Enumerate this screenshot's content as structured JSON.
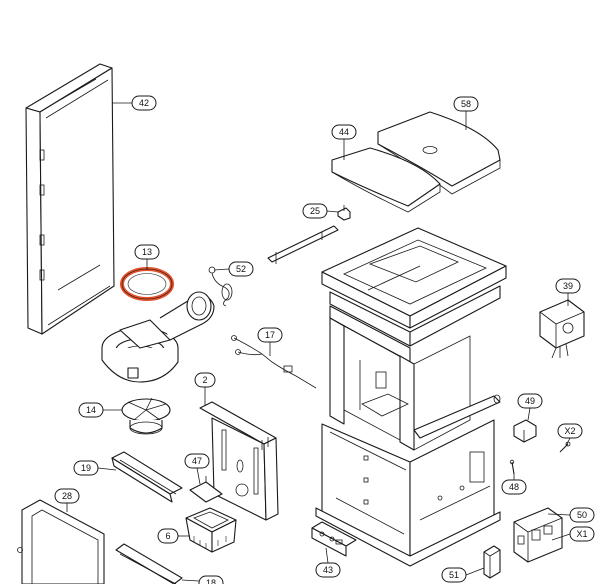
{
  "callouts": [
    {
      "id": "c42",
      "label": "42"
    },
    {
      "id": "c58",
      "label": "58"
    },
    {
      "id": "c44",
      "label": "44"
    },
    {
      "id": "c25",
      "label": "25"
    },
    {
      "id": "c13",
      "label": "13"
    },
    {
      "id": "c52",
      "label": "52"
    },
    {
      "id": "c39",
      "label": "39"
    },
    {
      "id": "c17",
      "label": "17"
    },
    {
      "id": "c2",
      "label": "2"
    },
    {
      "id": "c14",
      "label": "14"
    },
    {
      "id": "c49",
      "label": "49"
    },
    {
      "id": "cX2",
      "label": "X2"
    },
    {
      "id": "c47",
      "label": "47"
    },
    {
      "id": "c19",
      "label": "19"
    },
    {
      "id": "c48",
      "label": "48"
    },
    {
      "id": "c28",
      "label": "28"
    },
    {
      "id": "c50",
      "label": "50"
    },
    {
      "id": "c6",
      "label": "6"
    },
    {
      "id": "cX1",
      "label": "X1"
    },
    {
      "id": "c43",
      "label": "43"
    },
    {
      "id": "c51",
      "label": "51"
    },
    {
      "id": "c18",
      "label": "18"
    }
  ],
  "colors": {
    "line": "#1a1a1a",
    "gasket_highlight": "#e0502a",
    "background": "#ffffff"
  }
}
